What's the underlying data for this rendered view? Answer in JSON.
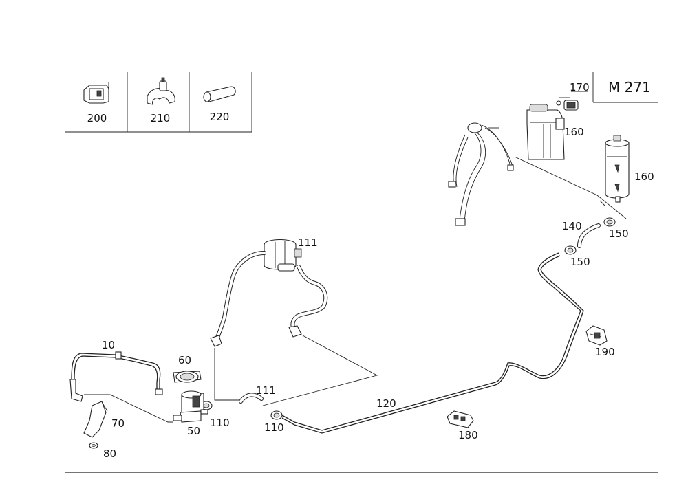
{
  "model_code": "M 271",
  "legend": [
    {
      "number": "200",
      "icon": "clip-icon"
    },
    {
      "number": "210",
      "icon": "holder-icon"
    },
    {
      "number": "220",
      "icon": "sleeve-icon"
    }
  ],
  "callouts": {
    "c10": "10",
    "c50": "50",
    "c60": "60",
    "c70": "70",
    "c80": "80",
    "c110a": "110",
    "c110b": "110",
    "c111a": "111",
    "c111b": "111",
    "c120": "120",
    "c140": "140",
    "c150a": "150",
    "c150b": "150",
    "c160a": "160",
    "c160b": "160",
    "c170": "170",
    "c180": "180",
    "c190": "190"
  }
}
